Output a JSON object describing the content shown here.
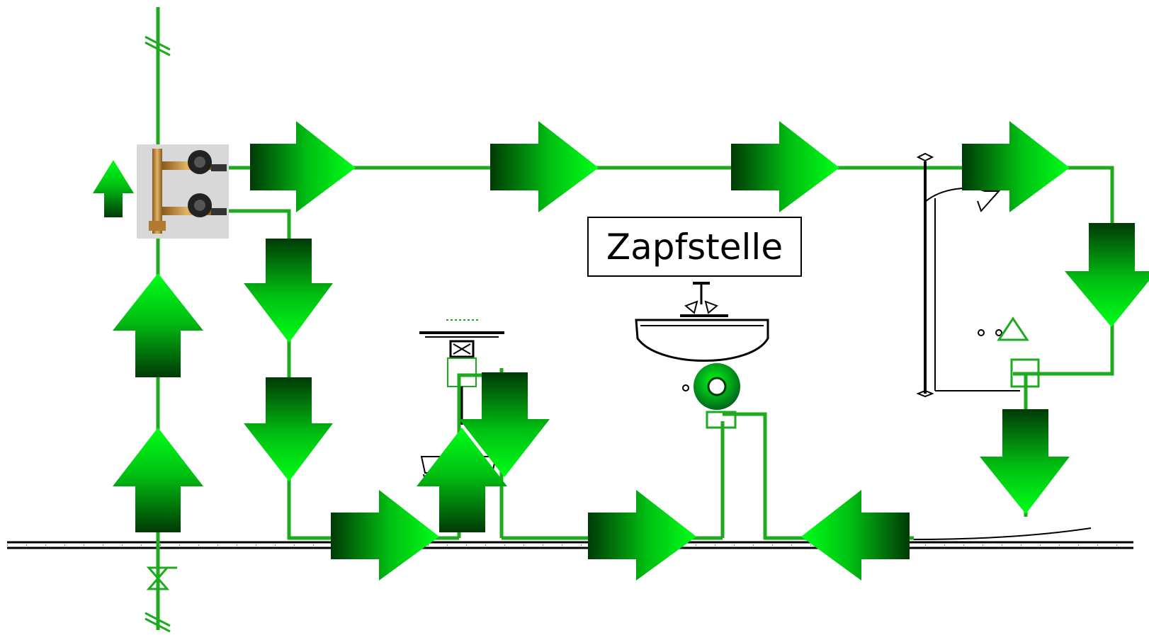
{
  "diagram": {
    "label": "Zapfstelle",
    "colors": {
      "pipe": "#1eaa1e",
      "arrow_light": "#00ff18",
      "arrow_dark": "#003a06",
      "line_dark": "#000000",
      "floor": "#000000"
    },
    "elements": [
      "riser-pipe",
      "meter-unit",
      "upper-supply-pipe",
      "return-pipe",
      "floor-line",
      "toilet-fixture",
      "washbasin-fixture",
      "shower-fixture",
      "shut-off-valve",
      "circulation-pump"
    ]
  }
}
